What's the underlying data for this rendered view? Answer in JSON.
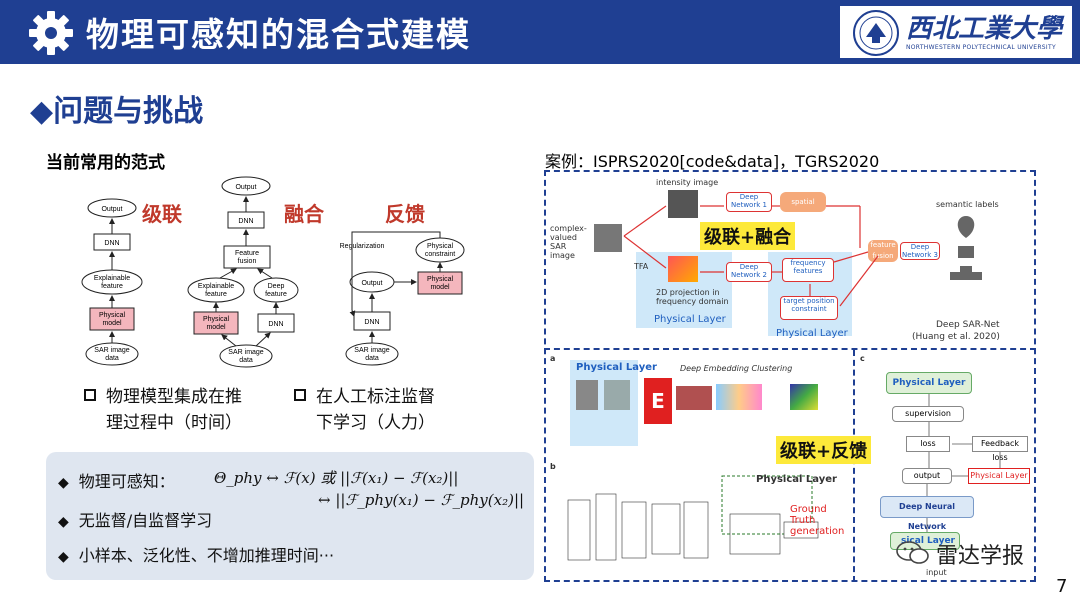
{
  "header": {
    "title": "物理可感知的混合式建模"
  },
  "logo": {
    "cn": "西北工業大學",
    "en": "NORTHWESTERN POLYTECHNICAL UNIVERSITY"
  },
  "section": {
    "title": "◆问题与挑战"
  },
  "left": {
    "paradigm_label": "当前常用的范式",
    "labels": {
      "cascade": "级联",
      "fusion": "融合",
      "feedback": "反馈"
    },
    "diagram": {
      "a": [
        "Output",
        "DNN",
        "Explainable feature",
        "Physical model",
        "SAR image data"
      ],
      "b": [
        "Output",
        "DNN",
        "Feature fusion",
        "Explainable feature",
        "Deep feature",
        "Physical model",
        "DNN",
        "SAR image data"
      ],
      "c": [
        "Regularization",
        "Physical constraint",
        "Output",
        "Physical model",
        "DNN",
        "SAR image data"
      ]
    },
    "bullets": [
      {
        "line1": "物理模型集成在推",
        "line2": "理过程中（时间）"
      },
      {
        "line1": "在人工标注监督",
        "line2": "下学习（人力）"
      }
    ]
  },
  "bottom": {
    "line1_label": "物理可感知：",
    "formula_l1": "Θ_phy ↔ ℱ(x) 或 ||ℱ(x₁) − ℱ(x₂)||",
    "formula_l2": "↔ ||ℱ_phy(x₁) − ℱ_phy(x₂)||",
    "line2": "无监督/自监督学习",
    "line3": "小样本、泛化性、不增加推理时间···"
  },
  "case": {
    "label": "案例：ISPRS2020[code&data]，TGRS2020",
    "hl1": "级联+融合",
    "hl2": "级联+反馈",
    "top": {
      "intensity": "intensity image",
      "input": "complex-valued SAR image",
      "tfa": "TFA",
      "proj": "2D projection in frequency domain",
      "dn1": "Deep Network 1",
      "dn2": "Deep Network 2",
      "dn3": "Deep Network 3",
      "spatial": "spatial features",
      "freq": "frequency features",
      "target": "target position constraint",
      "fusion": "feature fusion",
      "pl": "Physical Layer",
      "semantic": "semantic labels",
      "credit1": "Deep SAR-Net",
      "credit2": "(Huang et al. 2020)"
    },
    "a": {
      "tag": "a",
      "pl": "Physical Layer",
      "e": "E",
      "title": "Deep Embedding Clustering"
    },
    "b": {
      "tag": "b",
      "pl": "Physical Layer",
      "gt": "Ground Truth generation"
    },
    "c": {
      "tag": "c",
      "pl": "Physical Layer",
      "supervision": "supervision",
      "loss": "loss",
      "feedback": "Feedback loss",
      "output": "output",
      "pl2": "Physical Layer",
      "dnn": "Deep Neural Network",
      "pl3": "sical Layer",
      "input": "input"
    }
  },
  "watermark": "雷达学报",
  "page_number": "7",
  "colors": {
    "brand": "#1f3f92",
    "accent_red": "#c0392b",
    "highlight": "#fde93a",
    "box_bg": "#dfe6f0",
    "physical_fill": "#f4b6bd"
  }
}
